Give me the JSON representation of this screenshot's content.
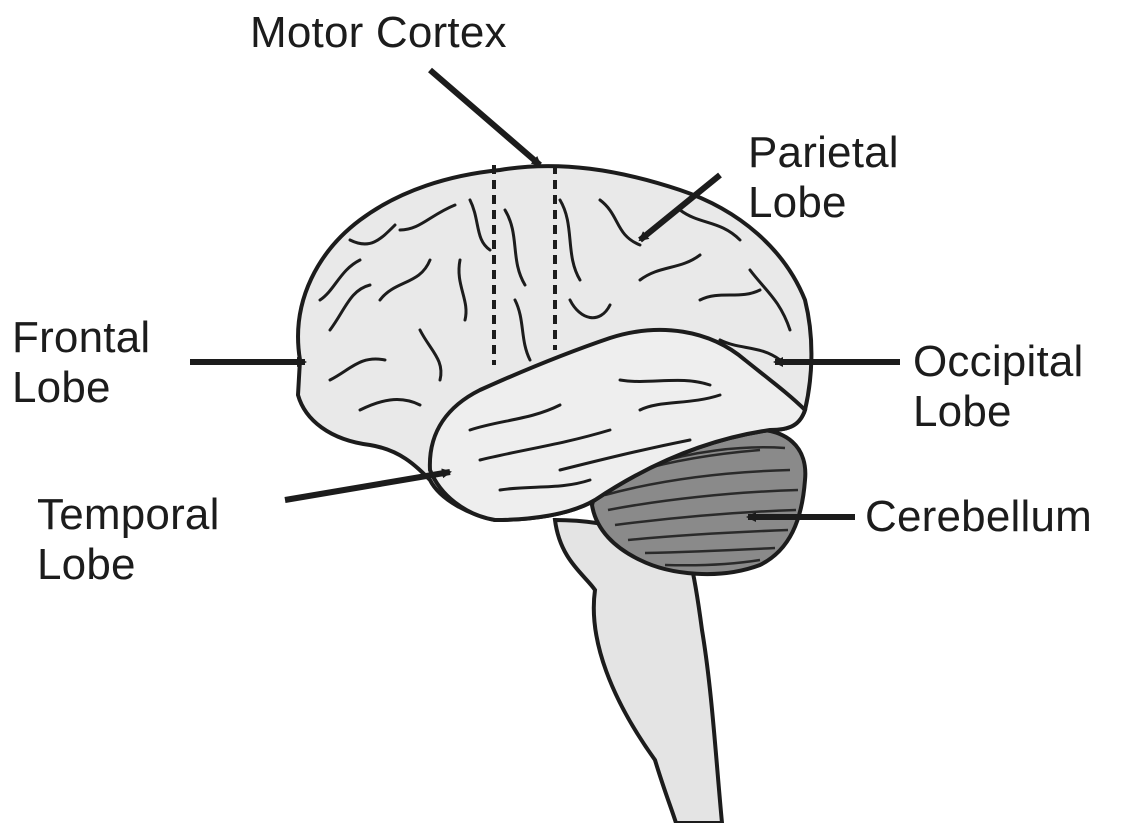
{
  "diagram": {
    "labels": {
      "motor_cortex": {
        "line1": "Motor Cortex"
      },
      "parietal_lobe": {
        "line1": "Parietal",
        "line2": "Lobe"
      },
      "frontal_lobe": {
        "line1": "Frontal",
        "line2": "Lobe"
      },
      "occipital_lobe": {
        "line1": "Occipital",
        "line2": "Lobe"
      },
      "temporal_lobe": {
        "line1": "Temporal",
        "line2": "Lobe"
      },
      "cerebellum": {
        "line1": "Cerebellum"
      }
    },
    "colors": {
      "ink": "#1c1c1c",
      "brain_fill": "#e9e9e9",
      "cerebellum_fill": "#8a8a8a",
      "stem_fill": "#e4e4e4",
      "background": "#ffffff"
    }
  }
}
